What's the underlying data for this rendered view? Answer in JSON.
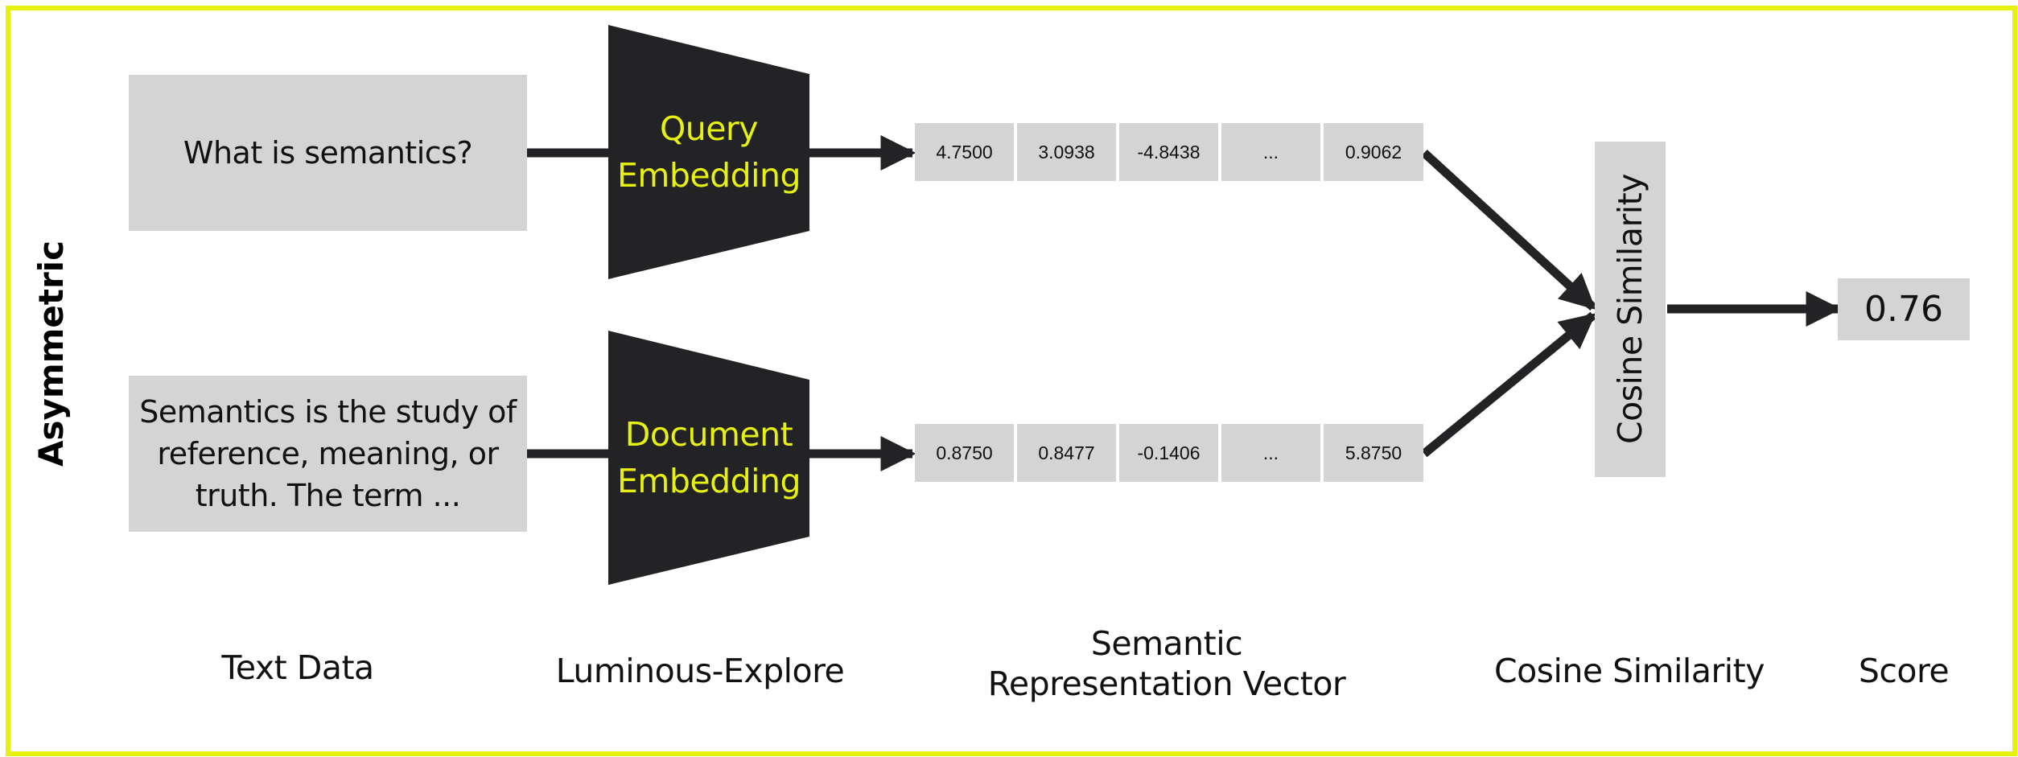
{
  "row_label": "Asymmetric",
  "query": {
    "text": "What is semantics?",
    "encoder_label_line1": "Query",
    "encoder_label_line2": "Embedding",
    "vector": [
      "4.7500",
      "3.0938",
      "-4.8438",
      "...",
      "0.9062"
    ]
  },
  "document": {
    "text_line1": "Semantics is the study of",
    "text_line2": "reference, meaning, or",
    "text_line3": "truth. The term ...",
    "encoder_label_line1": "Document",
    "encoder_label_line2": "Embedding",
    "vector": [
      "0.8750",
      "0.8477",
      "-0.1406",
      "...",
      "5.8750"
    ]
  },
  "similarity_label": "Cosine Similarity",
  "score": "0.76",
  "captions": {
    "text_data": "Text Data",
    "model": "Luminous-Explore",
    "vector_line1": "Semantic",
    "vector_line2": "Representation Vector",
    "similarity": "Cosine Similarity",
    "score": "Score"
  },
  "colors": {
    "frame": "#e6f10f",
    "encoder_fill": "#232325",
    "encoder_text": "#e6f10f",
    "box_fill": "#d4d4d4",
    "arrow": "#232325"
  }
}
